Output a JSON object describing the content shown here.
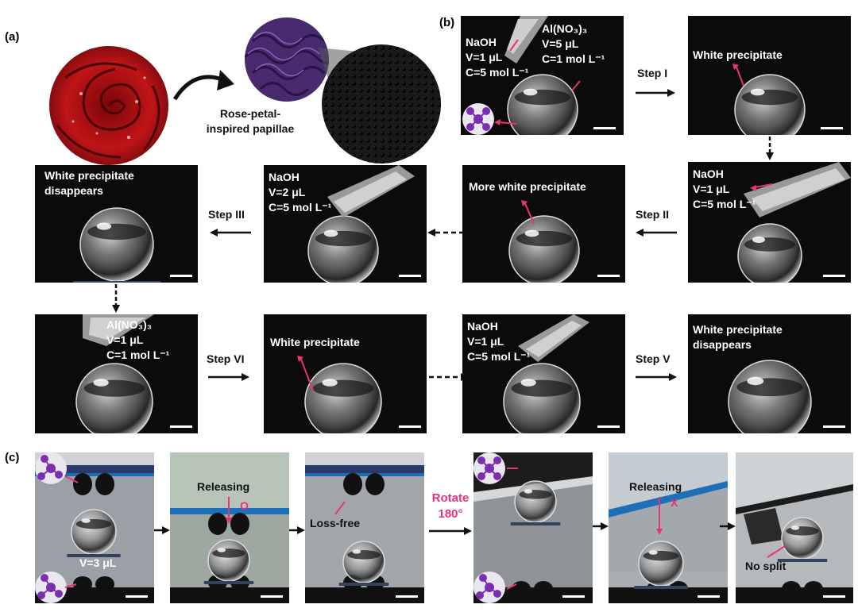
{
  "panels": {
    "a": "(a)",
    "b": "(b)",
    "c": "(c)"
  },
  "panel_a": {
    "caption_line1": "Rose-petal-",
    "caption_line2": "inspired papillae"
  },
  "panel_b": {
    "p1": {
      "l1": "NaOH",
      "l2": "V=1 μL",
      "l3": "C=5 mol L⁻¹",
      "r1": "Al(NO₃)₃",
      "r2": "V=5 μL",
      "r3": "C=1 mol L⁻¹"
    },
    "p2": {
      "t1": "White precipitate"
    },
    "p3": {
      "t1": "NaOH",
      "t2": "V=1 μL",
      "t3": "C=5 mol L⁻¹"
    },
    "p4": {
      "t1": "More white precipitate"
    },
    "p5": {
      "t1": "NaOH",
      "t2": "V=2 μL",
      "t3": "C=5 mol L⁻¹"
    },
    "p6": {
      "t1": "White precipitate",
      "t2": "disappears"
    },
    "p7": {
      "t1": "Al(NO₃)₃",
      "t2": "V=1 μL",
      "t3": "C=1 mol L⁻¹"
    },
    "p8": {
      "t1": "White precipitate"
    },
    "p9": {
      "t1": "NaOH",
      "t2": "V=1 μL",
      "t3": "C=5 mol L⁻¹"
    },
    "p10": {
      "t1": "White precipitate",
      "t2": "disappears"
    },
    "steps": {
      "s1": "Step I",
      "s2": "Step II",
      "s3": "Step III",
      "s5": "Step V",
      "s6": "Step VI"
    }
  },
  "panel_c": {
    "volume": "V=3 μL",
    "releasing": "Releasing",
    "o_mark": "O",
    "loss_free": "Loss-free",
    "rotate1": "Rotate",
    "rotate2": "180°",
    "x_mark": "X",
    "no_split": "No split"
  },
  "colors": {
    "accent_pink": "#e8327a",
    "molecule_purple": "#7a2fb0",
    "photo_bg": "#0b0b0b"
  }
}
